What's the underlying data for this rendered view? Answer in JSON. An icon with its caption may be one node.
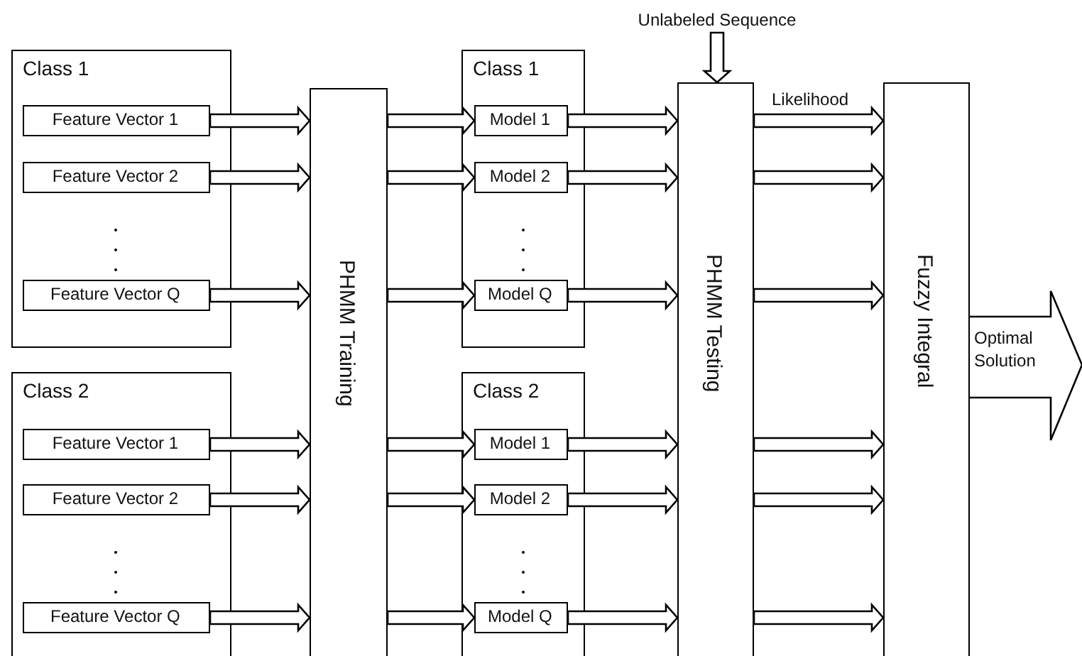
{
  "diagram": {
    "nodes": [
      {
        "text": [
          "Class 1"
        ]
      },
      {
        "text": [
          "Feature Vector 1"
        ],
        "in": 0
      },
      {
        "text": [
          "Feature Vector 2"
        ],
        "in": 0
      },
      {
        "text": [
          "Feature Vector Q"
        ],
        "in": 0
      },
      {
        "text": [
          "Class 2"
        ]
      },
      {
        "text": [
          "Feature Vector 1"
        ],
        "in": 4
      },
      {
        "text": [
          "Feature Vector 2"
        ],
        "in": 4
      },
      {
        "text": [
          "Feature Vector Q"
        ],
        "in": 4
      },
      {
        "text": [
          "PHMM Training"
        ]
      },
      {
        "text": [
          "Class 1"
        ]
      },
      {
        "text": [
          "Model 1"
        ],
        "in": 9
      },
      {
        "text": [
          "Model 2"
        ],
        "in": 9
      },
      {
        "text": [
          "Model Q"
        ],
        "in": 9
      },
      {
        "text": [
          "Class 2"
        ]
      },
      {
        "text": [
          "Model 1"
        ],
        "in": 13
      },
      {
        "text": [
          "Model 2"
        ],
        "in": 13
      },
      {
        "text": [
          "Model Q"
        ],
        "in": 13
      },
      {
        "text": [
          "Unlabeled Sequence"
        ]
      },
      {
        "text": [
          "PHMM Testing"
        ]
      },
      {
        "text": [
          "Fuzzy Integral"
        ]
      },
      {
        "text": [
          "Optimal Solution"
        ]
      }
    ],
    "edges": [
      {
        "from": 1,
        "to": 8,
        "arrow": "to"
      },
      {
        "from": 2,
        "to": 8,
        "arrow": "to"
      },
      {
        "from": 3,
        "to": 8,
        "arrow": "to"
      },
      {
        "from": 5,
        "to": 8,
        "arrow": "to"
      },
      {
        "from": 6,
        "to": 8,
        "arrow": "to"
      },
      {
        "from": 7,
        "to": 8,
        "arrow": "to"
      },
      {
        "from": 8,
        "to": 10,
        "arrow": "to"
      },
      {
        "from": 8,
        "to": 11,
        "arrow": "to"
      },
      {
        "from": 8,
        "to": 12,
        "arrow": "to"
      },
      {
        "from": 8,
        "to": 14,
        "arrow": "to"
      },
      {
        "from": 8,
        "to": 15,
        "arrow": "to"
      },
      {
        "from": 8,
        "to": 16,
        "arrow": "to"
      },
      {
        "from": 10,
        "to": 18,
        "arrow": "to"
      },
      {
        "from": 11,
        "to": 18,
        "arrow": "to"
      },
      {
        "from": 12,
        "to": 18,
        "arrow": "to"
      },
      {
        "from": 14,
        "to": 18,
        "arrow": "to"
      },
      {
        "from": 15,
        "to": 18,
        "arrow": "to"
      },
      {
        "from": 16,
        "to": 18,
        "arrow": "to"
      },
      {
        "from": 17,
        "to": 18,
        "arrow": "to"
      },
      {
        "from": 18,
        "to": 19,
        "arrow": "to",
        "label": "Likelihood"
      },
      {
        "from": 18,
        "to": 19,
        "arrow": "to"
      },
      {
        "from": 18,
        "to": 19,
        "arrow": "to"
      },
      {
        "from": 18,
        "to": 19,
        "arrow": "to"
      },
      {
        "from": 18,
        "to": 19,
        "arrow": "to"
      },
      {
        "from": 18,
        "to": 19,
        "arrow": "to"
      }
    ]
  }
}
